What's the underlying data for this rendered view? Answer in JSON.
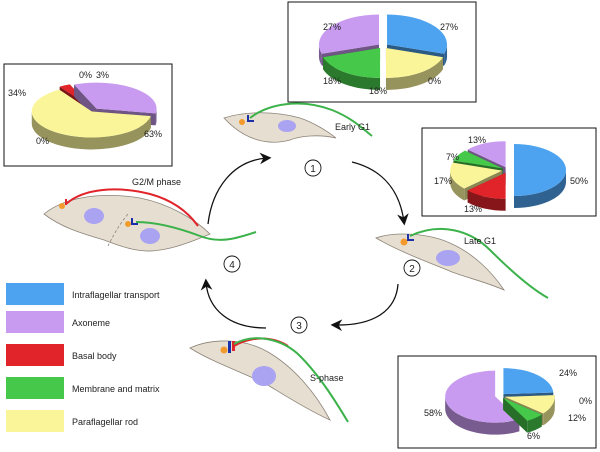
{
  "colors": {
    "intraflagellar_transport": "#4ea3f0",
    "axoneme": "#c89af0",
    "basal_body": "#e0242a",
    "membrane_and_matrix": "#46c94a",
    "paraflagellar_rod": "#fbf59a",
    "cell_fill": "#e7ded2",
    "nucleus": "#a9a3f2",
    "kinetoplast": "#f39a2c",
    "flagellum": "#3cb24a",
    "new_flagellum": "#e0242a"
  },
  "legend": [
    {
      "label": "Intraflagellar transport",
      "key": "intraflagellar_transport"
    },
    {
      "label": "Axoneme",
      "key": "axoneme"
    },
    {
      "label": "Basal body",
      "key": "basal_body"
    },
    {
      "label": "Membrane and matrix",
      "key": "membrane_and_matrix"
    },
    {
      "label": "Paraflagellar rod",
      "key": "paraflagellar_rod"
    }
  ],
  "phases": {
    "early_g1": "Early G1",
    "late_g1": "Late G1",
    "s_phase": "S-phase",
    "g2m": "G2/M phase"
  },
  "steps": [
    "1",
    "2",
    "3",
    "4"
  ],
  "pies": {
    "g2m": {
      "slices": [
        {
          "key": "axoneme",
          "value": 34,
          "label": "34%"
        },
        {
          "key": "membrane_and_matrix",
          "value": 0,
          "label": "0%"
        },
        {
          "key": "paraflagellar_rod",
          "value": 63,
          "label": "63%"
        },
        {
          "key": "intraflagellar_transport",
          "value": 0,
          "label": "0%"
        },
        {
          "key": "basal_body",
          "value": 3,
          "label": "3%"
        }
      ]
    },
    "early_g1": {
      "slices": [
        {
          "key": "intraflagellar_transport",
          "value": 27,
          "label": "27%"
        },
        {
          "key": "basal_body",
          "value": 0,
          "label": "0%"
        },
        {
          "key": "paraflagellar_rod",
          "value": 18,
          "label": "18%"
        },
        {
          "key": "membrane_and_matrix",
          "value": 18,
          "label": "18%"
        },
        {
          "key": "axoneme",
          "value": 27,
          "label": "27%"
        }
      ]
    },
    "late_g1": {
      "slices": [
        {
          "key": "intraflagellar_transport",
          "value": 50,
          "label": "50%"
        },
        {
          "key": "basal_body",
          "value": 13,
          "label": "13%"
        },
        {
          "key": "paraflagellar_rod",
          "value": 17,
          "label": "17%"
        },
        {
          "key": "membrane_and_matrix",
          "value": 7,
          "label": "7%"
        },
        {
          "key": "axoneme",
          "value": 13,
          "label": "13%"
        }
      ]
    },
    "s_phase": {
      "slices": [
        {
          "key": "intraflagellar_transport",
          "value": 24,
          "label": "24%"
        },
        {
          "key": "basal_body",
          "value": 0,
          "label": "0%"
        },
        {
          "key": "paraflagellar_rod",
          "value": 12,
          "label": "12%"
        },
        {
          "key": "membrane_and_matrix",
          "value": 6,
          "label": "6%"
        },
        {
          "key": "axoneme",
          "value": 58,
          "label": "58%"
        }
      ]
    }
  }
}
